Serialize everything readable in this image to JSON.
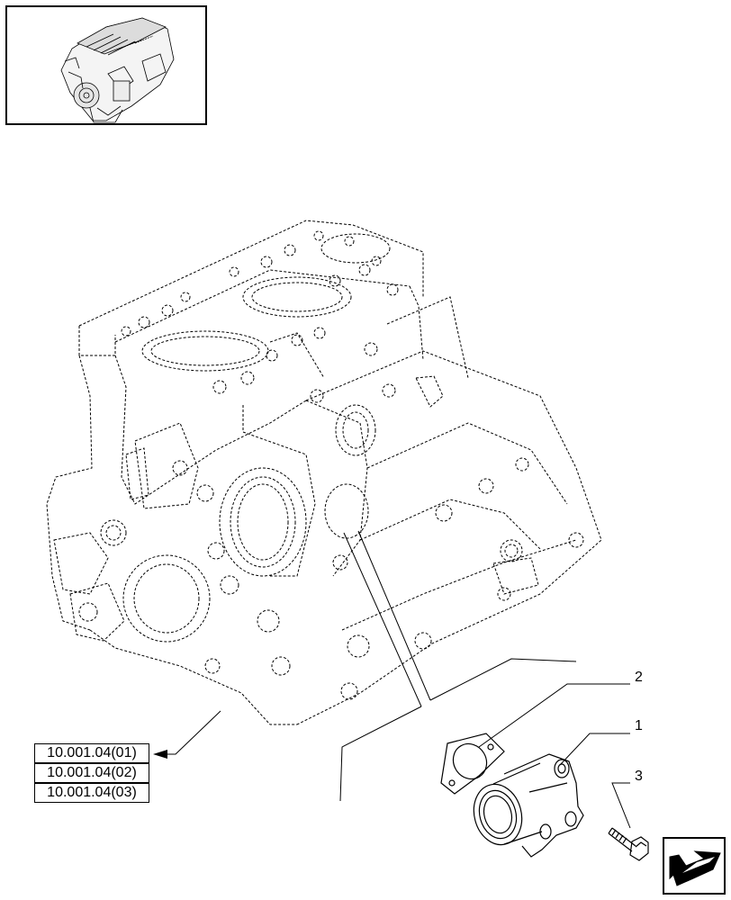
{
  "thumbnail": {
    "icon": "engine-overview-icon"
  },
  "references": [
    {
      "label": "10.001.04(01)"
    },
    {
      "label": "10.001.04(02)"
    },
    {
      "label": "10.001.04(03)"
    }
  ],
  "callouts": [
    {
      "number": "1"
    },
    {
      "number": "2"
    },
    {
      "number": "3"
    }
  ],
  "navigation": {
    "icon": "next-page-arrow-icon"
  },
  "colors": {
    "line": "#000000",
    "background": "#ffffff"
  }
}
